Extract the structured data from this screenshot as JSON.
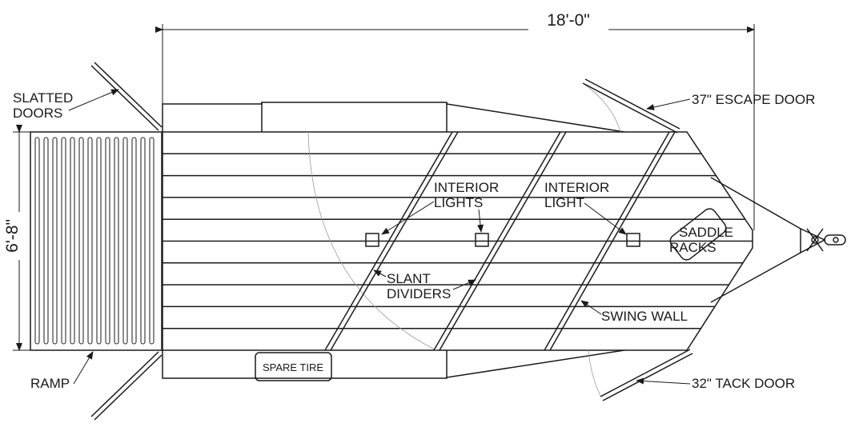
{
  "dimensions": {
    "length": "18'-0\"",
    "width": "6'-8\""
  },
  "labels": {
    "slatted_doors_line1": "SLATTED",
    "slatted_doors_line2": "DOORS",
    "ramp": "RAMP",
    "escape_door": "37\" ESCAPE DOOR",
    "tack_door": "32\" TACK DOOR",
    "interior_lights_line1": "INTERIOR",
    "interior_lights_line2": "LIGHTS",
    "interior_light_line1": "INTERIOR",
    "interior_light_line2": "LIGHT",
    "saddle_racks_line1": "SADDLE",
    "saddle_racks_line2": "RACKS",
    "slant_dividers_line1": "SLANT",
    "slant_dividers_line2": "DIVIDERS",
    "swing_wall": "SWING WALL",
    "spare_tire": "SPARE TIRE"
  }
}
